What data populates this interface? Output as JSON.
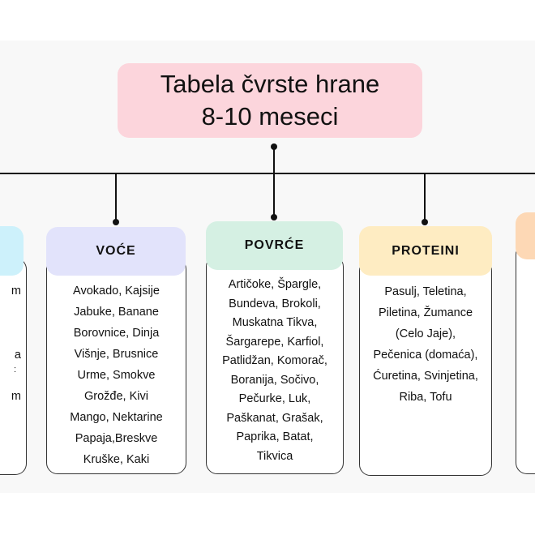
{
  "title": {
    "line1": "Tabela čvrste hrane",
    "line2": "8-10 meseci"
  },
  "colors": {
    "title": "#fcd5dc",
    "left": "#cdf1fb",
    "voce": "#e2e3fb",
    "povrce": "#d5f0e3",
    "proteini": "#feecc2",
    "right": "#fdd8b5"
  },
  "left_fragments": [
    "m",
    "a",
    ":",
    "m"
  ],
  "categories": [
    {
      "label": "VOĆE",
      "items": [
        "Avokado, Kajsije",
        "Jabuke, Banane",
        "Borovnice, Dinja",
        "Višnje, Brusnice",
        "Urme, Smokve",
        "Grožđe, Kivi",
        "Mango, Nektarine",
        "Papaja,Breskve",
        "Kruške, Kaki"
      ]
    },
    {
      "label": "POVRĆE",
      "items": [
        "Artičoke, Špargle,",
        "Bundeva, Brokoli,",
        "Muskatna Tikva,",
        "Šargarepe, Karfiol,",
        "Patlidžan, Komorač,",
        "Boranija, Sočivo,",
        "Pečurke, Luk,",
        "Paškanat, Grašak,",
        "Paprika, Batat,",
        "Tikvica"
      ]
    },
    {
      "label": "PROTEINI",
      "items": [
        "Pasulj, Teletina,",
        "Piletina, Žumance",
        "(Celo Jaje),",
        "Pečenica (domaća),",
        "Ćuretina, Svinjetina,",
        "Riba, Tofu"
      ]
    }
  ]
}
